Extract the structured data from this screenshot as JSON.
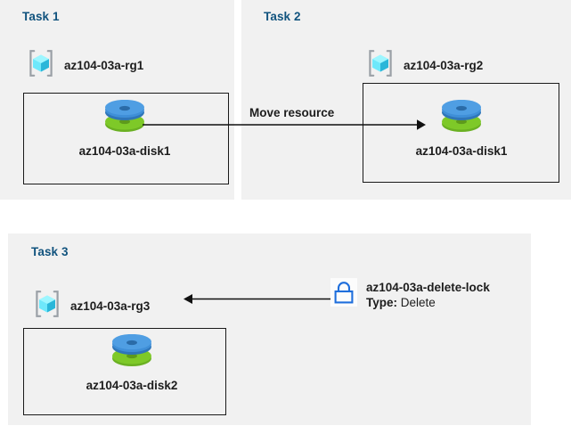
{
  "colors": {
    "panel_bg": "#f1f1f1",
    "page_bg": "#ffffff",
    "title_blue": "#11537e",
    "text_dark": "#1d1d1d",
    "border_dark": "#1a1a1a",
    "lock_blue": "#1f6fdc",
    "rg_cube_cyan": "#5ae3f5",
    "rg_bracket_grey": "#9aa0a6",
    "disk_blue": "#3f8fd8",
    "disk_green": "#7ab92a"
  },
  "panels": [
    {
      "id": "task1",
      "title": "Task 1",
      "resource_group": {
        "icon": "resource-group-icon",
        "label": "az104-03a-rg1"
      },
      "resource": {
        "icon": "managed-disk-icon",
        "label": "az104-03a-disk1"
      }
    },
    {
      "id": "task2",
      "title": "Task 2",
      "resource_group": {
        "icon": "resource-group-icon",
        "label": "az104-03a-rg2"
      },
      "resource": {
        "icon": "managed-disk-icon",
        "label": "az104-03a-disk1"
      }
    },
    {
      "id": "task3",
      "title": "Task 3",
      "resource_group": {
        "icon": "resource-group-icon",
        "label": "az104-03a-rg3"
      },
      "resource": {
        "icon": "managed-disk-icon",
        "label": "az104-03a-disk2"
      },
      "lock": {
        "icon": "lock-icon",
        "name": "az104-03a-delete-lock",
        "type_key": "Type:",
        "type_value": "Delete"
      }
    }
  ],
  "arrows": {
    "move_resource": {
      "label": "Move resource",
      "direction": "right"
    },
    "lock_applies_to": {
      "label": "",
      "direction": "left"
    }
  }
}
